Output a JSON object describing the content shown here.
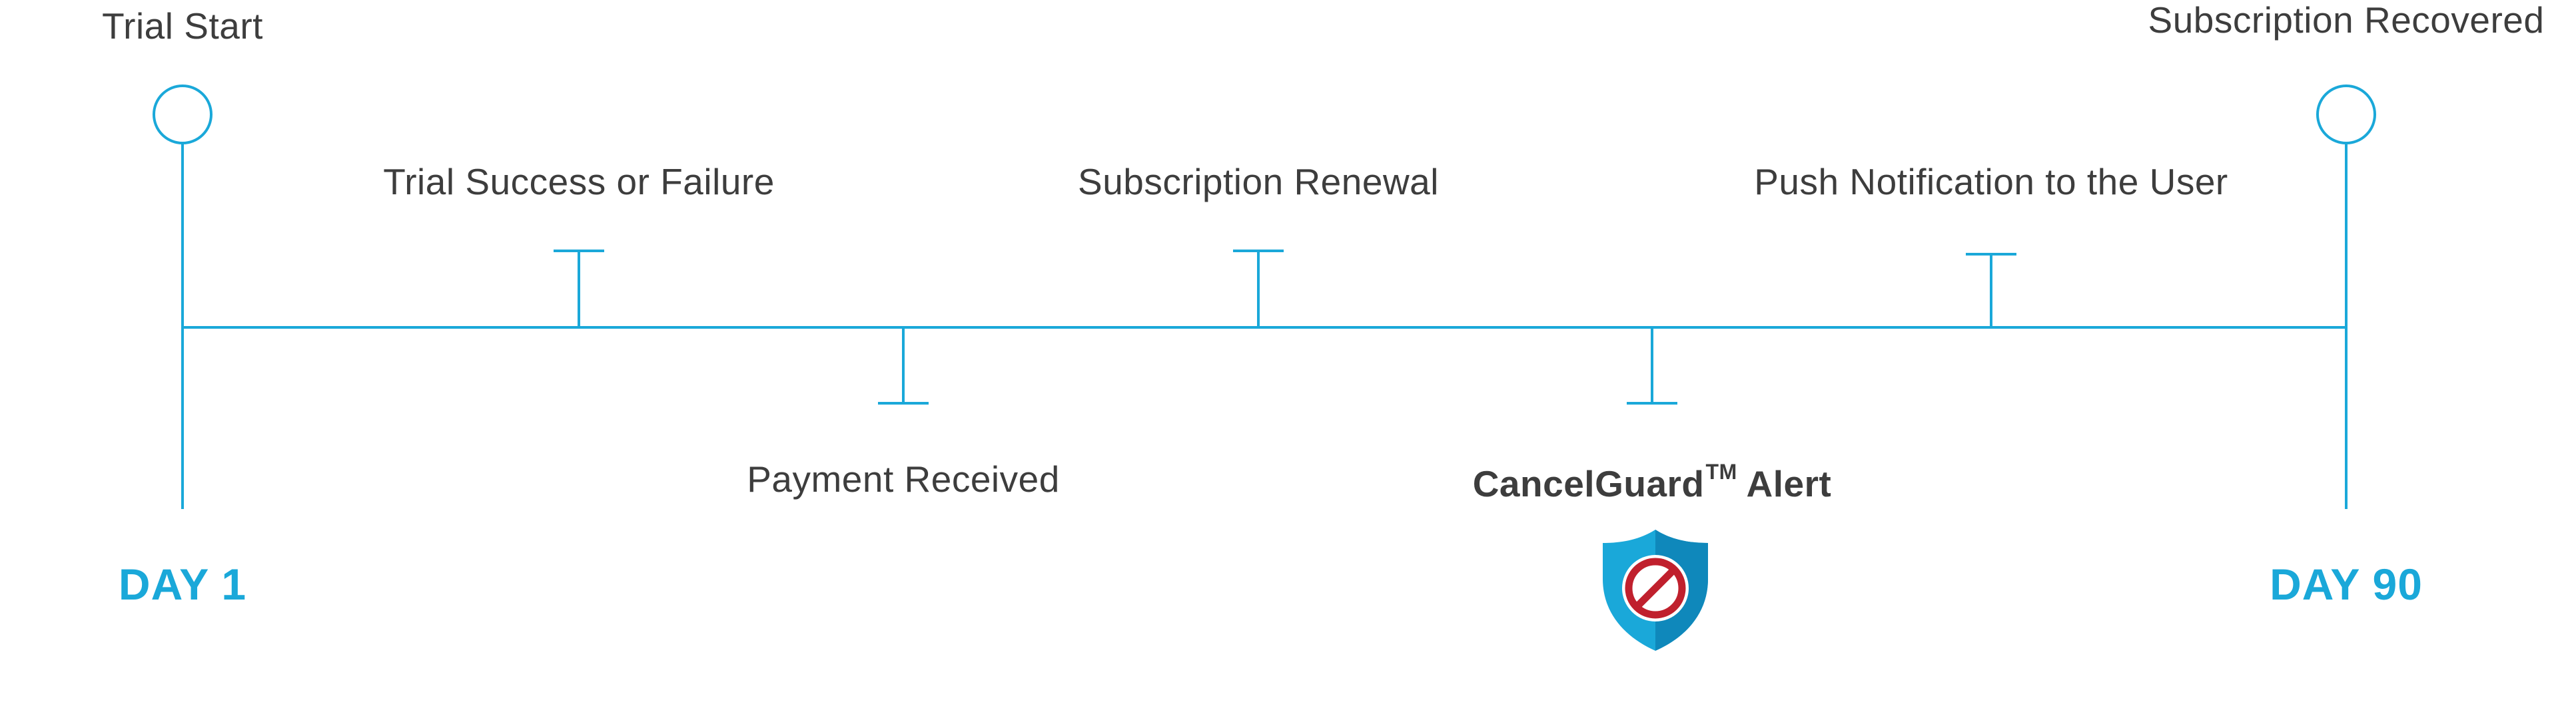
{
  "diagram": {
    "endpoints": {
      "start": {
        "title": "Trial Start",
        "day": "DAY 1"
      },
      "end": {
        "title": "Subscription Recovered",
        "day": "DAY 90"
      }
    },
    "events": [
      {
        "id": "trial-result",
        "label": "Trial Success or Failure",
        "side": "above"
      },
      {
        "id": "payment",
        "label": "Payment Received",
        "side": "below"
      },
      {
        "id": "renewal",
        "label": "Subscription Renewal",
        "side": "above"
      },
      {
        "id": "alert",
        "label": "CancelGuard",
        "trademark": "TM",
        "label_suffix": " Alert",
        "side": "below",
        "icon": "shield-cancel-icon"
      },
      {
        "id": "push",
        "label": "Push Notification to the User",
        "side": "above"
      }
    ]
  },
  "colors": {
    "line": "#1aa8d9",
    "day_text": "#1aa8d9",
    "label_text": "#3d3d3d",
    "shield_fill": "#1aa8d9",
    "shield_dark": "#0f88bb",
    "prohibit_red": "#c0202d"
  }
}
